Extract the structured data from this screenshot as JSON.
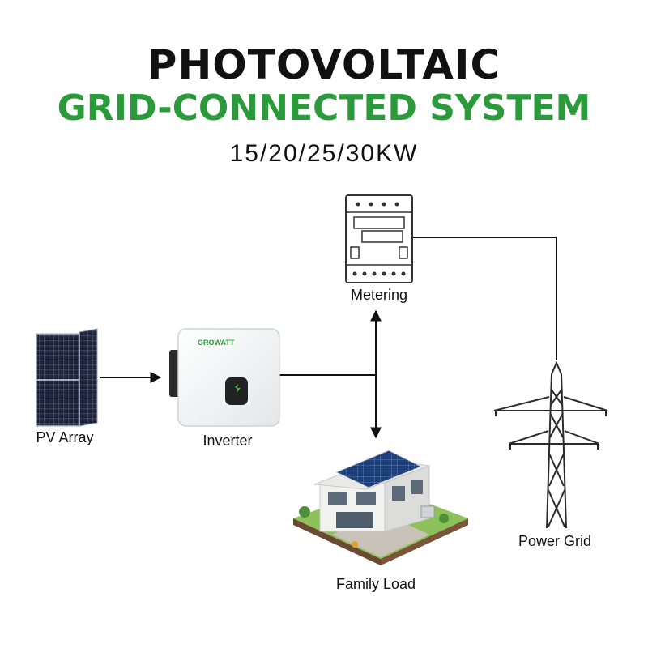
{
  "title_line1": "PHOTOVOLTAIC",
  "title_line2": "GRID-CONNECTED SYSTEM",
  "subtitle": "15/20/25/30KW",
  "nodes": {
    "pv_array": "PV Array",
    "inverter": "Inverter",
    "metering": "Metering",
    "family_load": "Family Load",
    "power_grid": "Power Grid"
  },
  "inverter_brand": "GROWATT",
  "colors": {
    "title": "#111111",
    "accent_green": "#2a9a3a",
    "line": "#111111"
  }
}
